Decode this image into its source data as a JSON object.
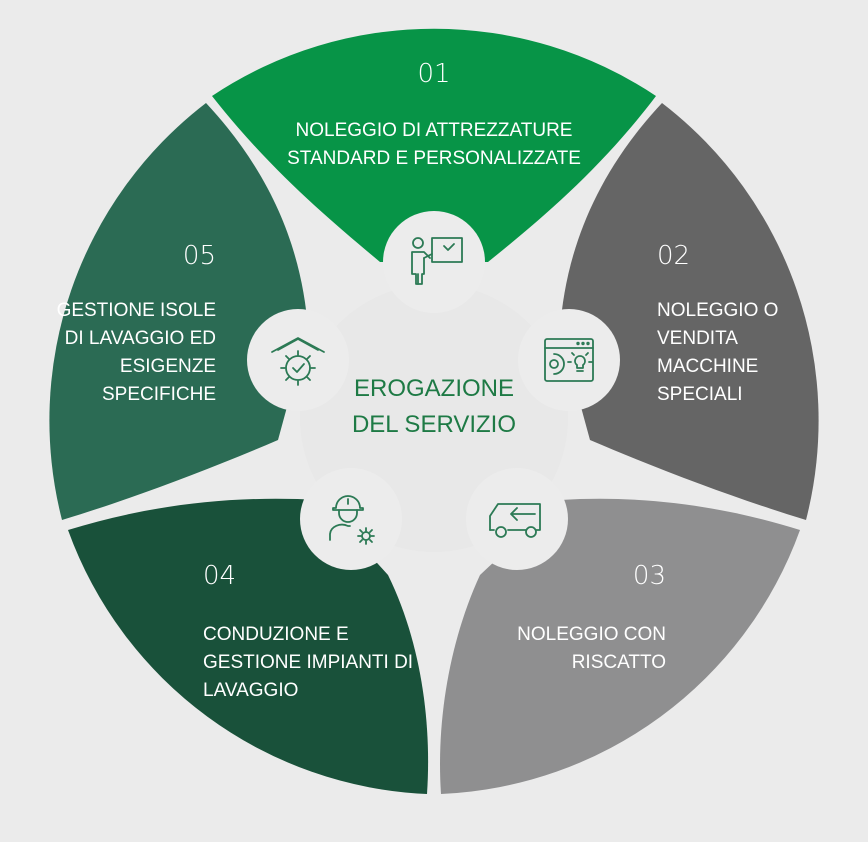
{
  "center": {
    "line1": "EROGAZIONE",
    "line2": "DEL SERVIZIO",
    "color": "#1e7a45"
  },
  "segments": [
    {
      "number": "01",
      "lines": [
        "NOLEGGIO DI ATTREZZATURE",
        "STANDARD E PERSONALIZZATE"
      ],
      "color": "#079447",
      "icon": "presentation-board-icon"
    },
    {
      "number": "02",
      "lines": [
        "NOLEGGIO O",
        "VENDITA",
        "MACCHINE",
        "SPECIALI"
      ],
      "color": "#656565",
      "icon": "gear-lightbulb-window-icon"
    },
    {
      "number": "03",
      "lines": [
        "NOLEGGIO CON",
        "RISCATTO"
      ],
      "color": "#8f8f90",
      "icon": "van-arrow-icon"
    },
    {
      "number": "04",
      "lines": [
        "CONDUZIONE E",
        "GESTIONE IMPIANTI DI",
        "LAVAGGIO"
      ],
      "color": "#19513a",
      "icon": "worker-gear-icon"
    },
    {
      "number": "05",
      "lines": [
        "GESTIONE ISOLE",
        "DI LAVAGGIO ED",
        "ESIGENZE",
        "SPECIFICHE"
      ],
      "color": "#2b6b54",
      "icon": "roof-gear-check-icon"
    }
  ],
  "colors": {
    "background": "#ebebeb",
    "icon_circle": "#ececec",
    "icon_stroke": "#2c7a55",
    "gap": "#ebebeb"
  }
}
